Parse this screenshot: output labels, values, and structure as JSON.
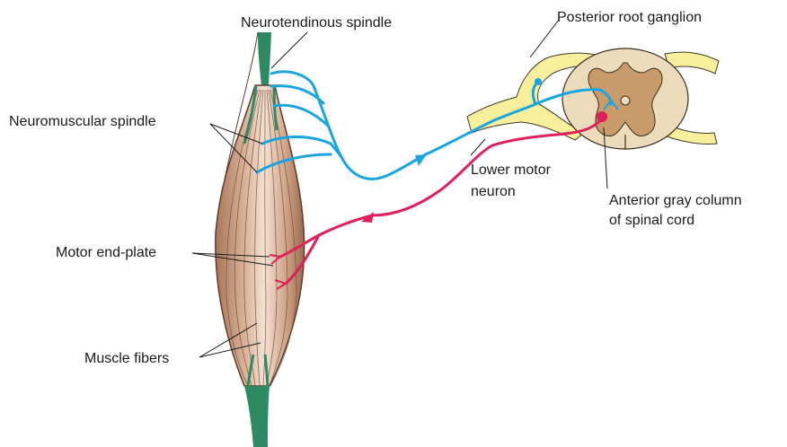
{
  "labels": {
    "neurotendinous_spindle": "Neurotendinous spindle",
    "posterior_root_ganglion": "Posterior root ganglion",
    "neuromuscular_spindle": "Neuromuscular spindle",
    "lower_motor_neuron_line1": "Lower motor",
    "lower_motor_neuron_line2": "neuron",
    "anterior_gray_column_line1": "Anterior gray column",
    "anterior_gray_column_line2": "of spinal cord",
    "motor_end_plate": "Motor end-plate",
    "muscle_fibers": "Muscle fibers"
  },
  "colors": {
    "muscle": "#d9b39a",
    "muscle_shade": "#b98a6c",
    "tendon": "#2e8a62",
    "sensory_nerve": "#1aa5e0",
    "motor_nerve": "#e0205a",
    "nerve_root": "#f7ef9c",
    "gray_matter": "#c99a6a",
    "white_matter": "#eddcbc"
  }
}
